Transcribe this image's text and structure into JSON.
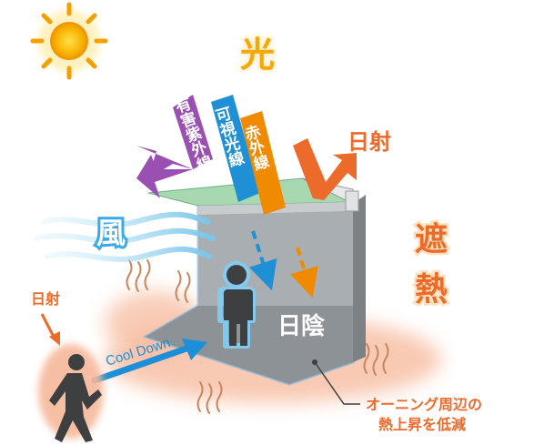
{
  "title": "光",
  "labels": {
    "uv": "有害紫外線",
    "visible": "可視光線",
    "infrared": "赤外線",
    "sunlight_top": "日射",
    "sunlight_left": "日射",
    "wind": "風",
    "cool_down": "Cool Down",
    "shade": "日陰",
    "heat_shield": "遮熱",
    "note_line1": "オーニング周辺の",
    "note_line2": "熱上昇を低減"
  },
  "icons": {
    "sun": "sun-icon",
    "person_standing": "person-icon",
    "person_walking": "walking-person-icon"
  },
  "colors": {
    "sun": "#f5a000",
    "sun_glow": "#ffd84a",
    "uv": "#9a4fb2",
    "visible": "#1f8fd6",
    "infrared": "#f08a00",
    "sunlight": "#ec6a2a",
    "awning": "#a8d8b0",
    "wall": "#a2a8ab",
    "shade_floor": "#909599",
    "wind": "#9cd6f0",
    "cool": "#1d8fd8",
    "orange_text": "#ec6a2a",
    "heat_glow": "#f6b89a"
  }
}
